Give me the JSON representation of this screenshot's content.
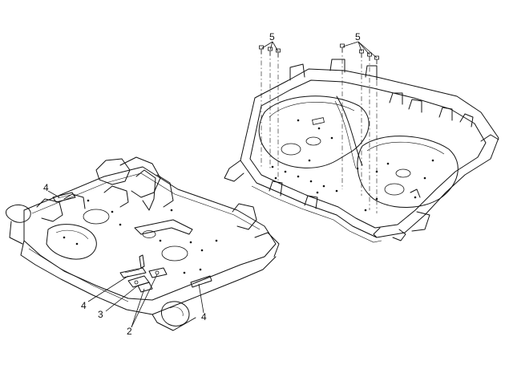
{
  "callouts": {
    "c5_left": "5",
    "c5_right": "5",
    "c4_top": "4",
    "c4_bottom_left": "4",
    "c3": "3",
    "c2": "2",
    "c4_bottom_right": "4"
  }
}
